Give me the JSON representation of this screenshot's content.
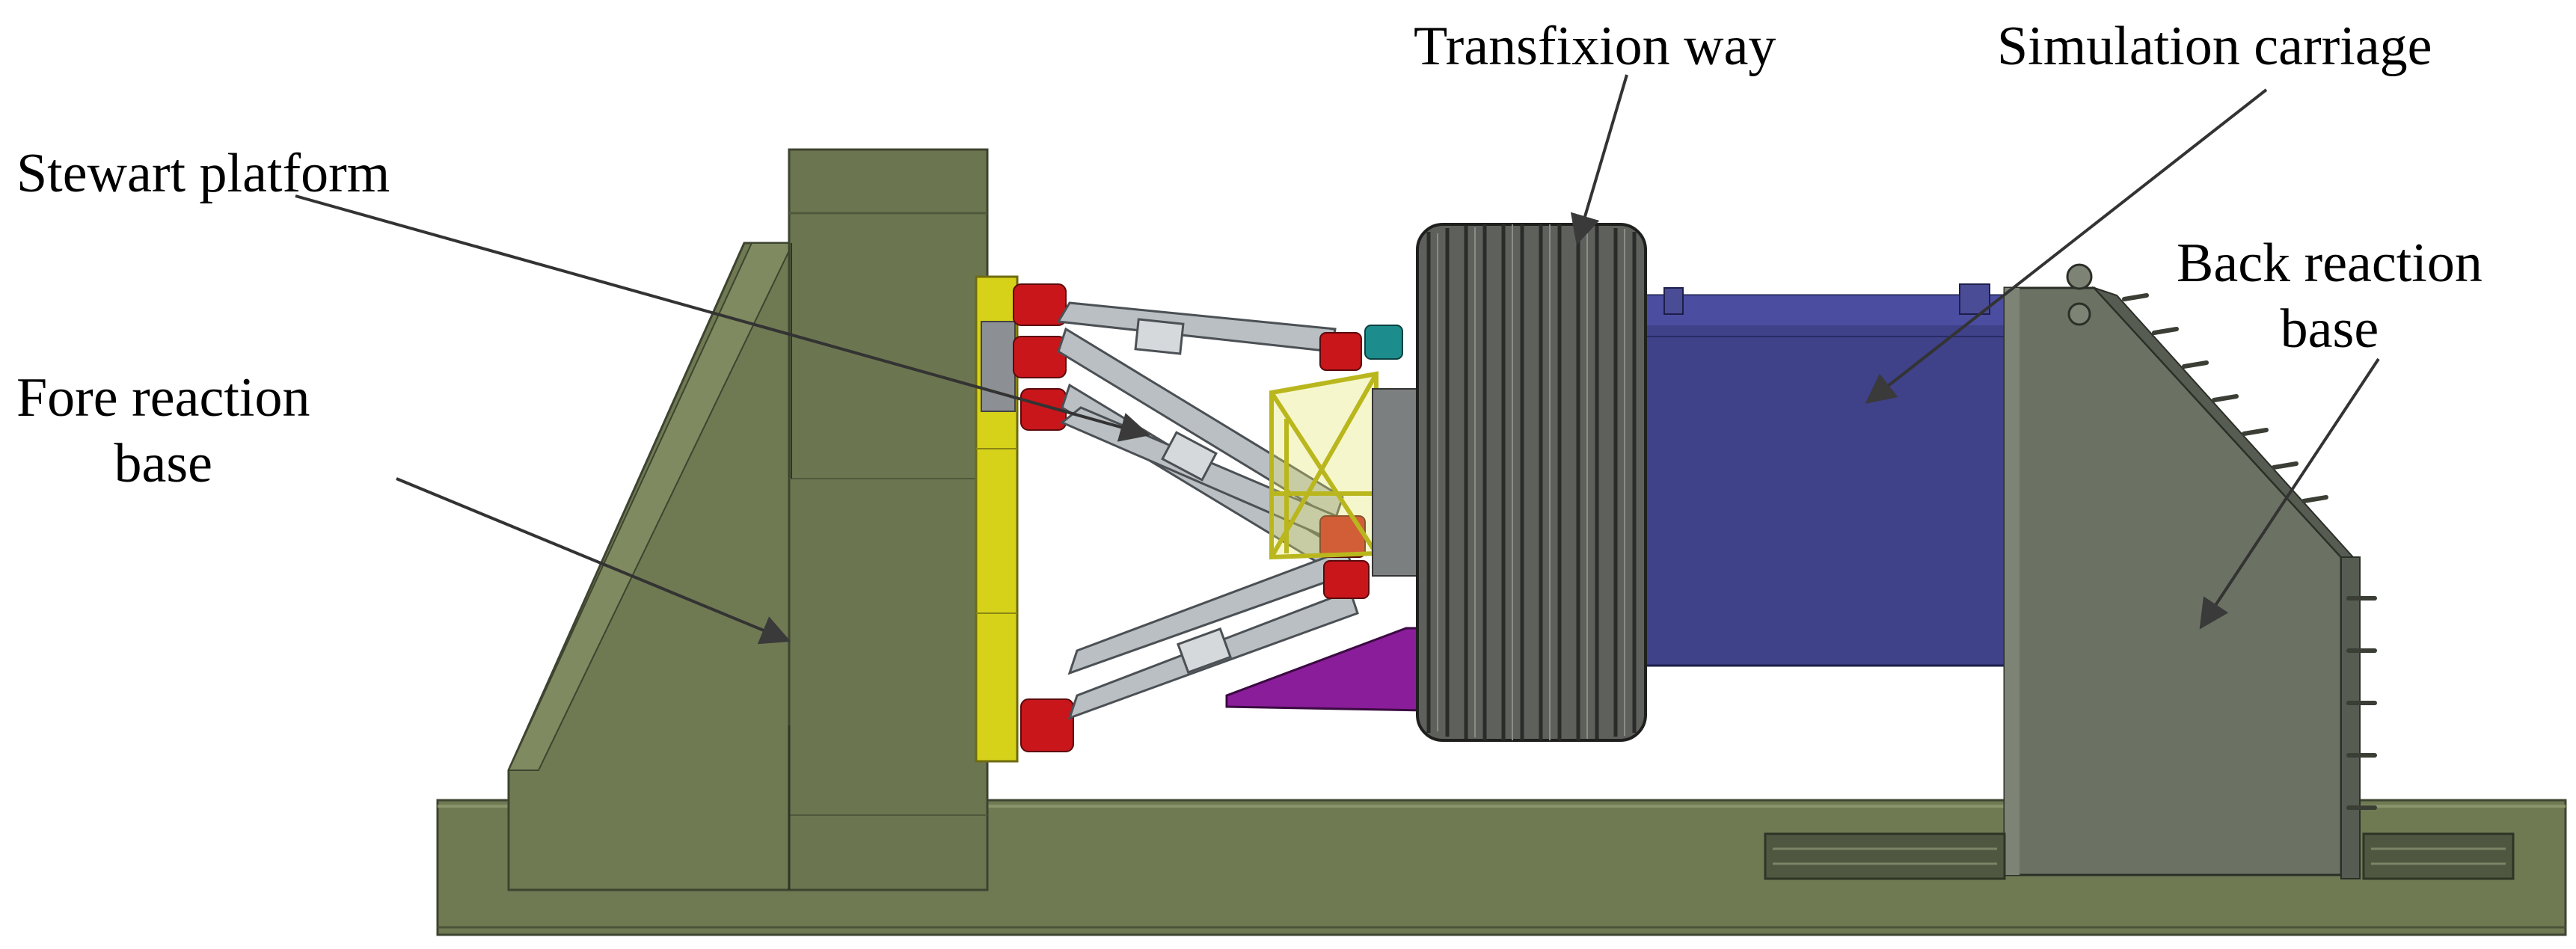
{
  "labels": {
    "stewart_platform": "Stewart platform",
    "fore_reaction_base_line1": "Fore reaction",
    "fore_reaction_base_line2": "base",
    "transfixion_way": "Transfixion way",
    "simulation_carriage": "Simulation carriage",
    "back_reaction_base_line1": "Back reaction",
    "back_reaction_base_line2": "base"
  },
  "colors": {
    "base_olive": "#6f7a53",
    "base_olive_dark": "#5b6543",
    "base_olive_light": "#7f8a60",
    "platform_yellow": "#d6d21a",
    "joint_red": "#c8161b",
    "actuator_gray": "#b9bfc2",
    "bracket_yellow": "#d9d84a",
    "wheel_gray": "#5e605c",
    "carriage_blue": "#3f4189",
    "back_base_gray": "#6b7264",
    "wedge_purple": "#8a1d99",
    "arrow_gray": "#333333"
  }
}
